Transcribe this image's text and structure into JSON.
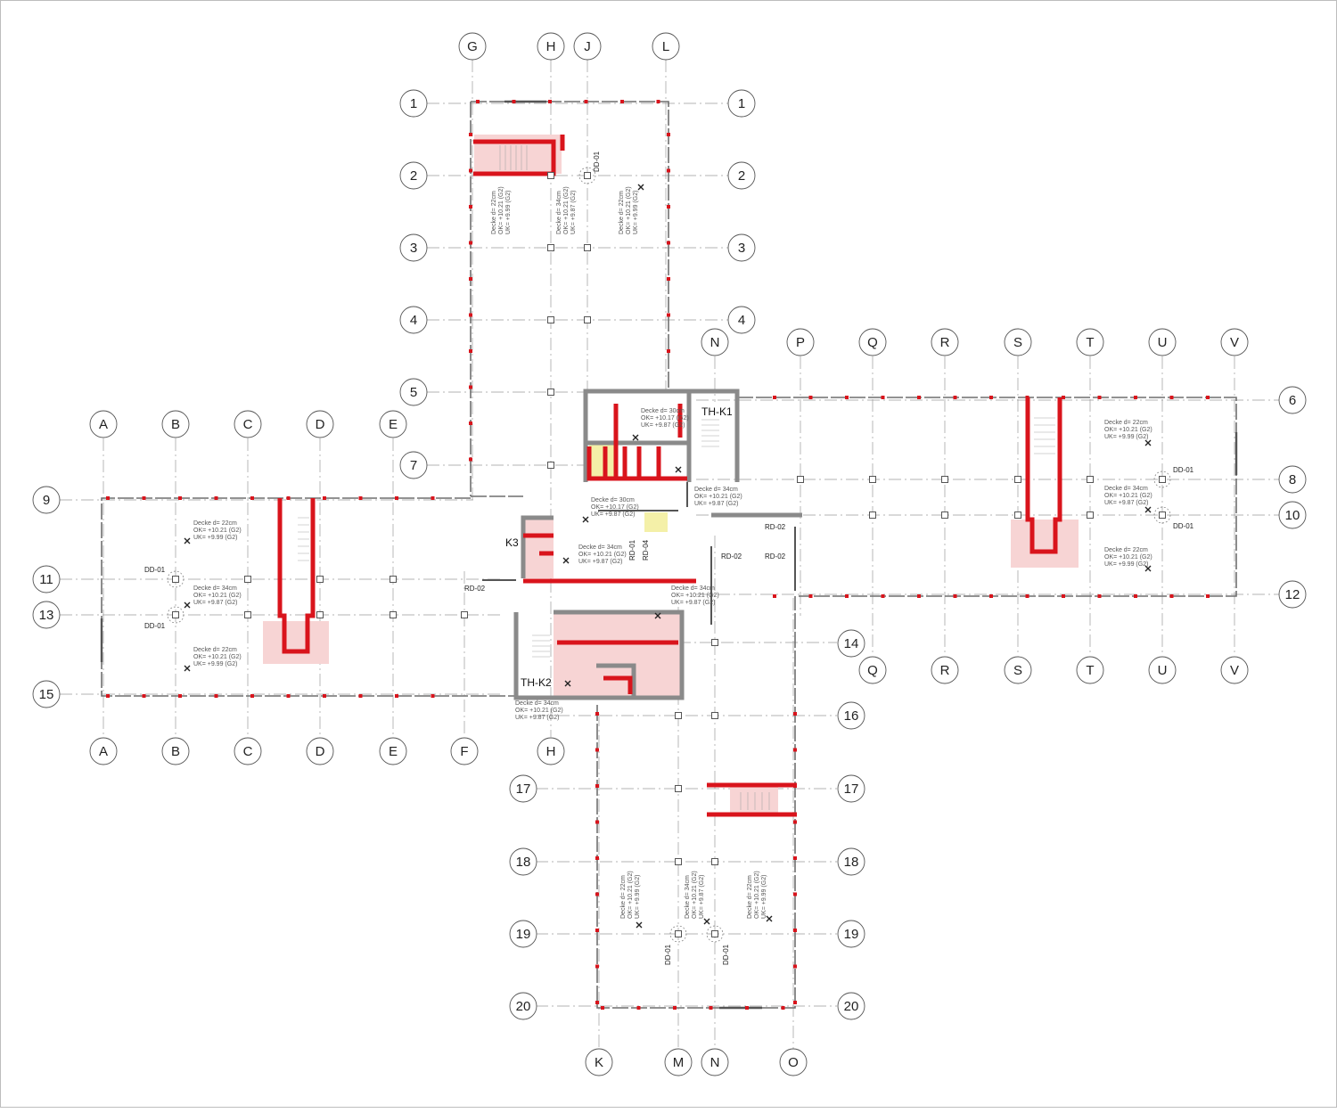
{
  "plan": {
    "background": "#ffffff",
    "colors": {
      "wall": "#d9141c",
      "fill": "#f7d4d4",
      "line": "#777777",
      "grid": "#999999",
      "hatch": "#8c8c8c",
      "highlight": "#f4f0a8"
    }
  },
  "grid_axes": {
    "columns_top_north": [
      "G",
      "H",
      "J",
      "L"
    ],
    "columns_top_east": [
      "N",
      "P",
      "Q",
      "R",
      "S",
      "T",
      "U",
      "V"
    ],
    "columns_west_top": [
      "A",
      "B",
      "C",
      "D",
      "E"
    ],
    "columns_west_bottom": [
      "A",
      "B",
      "C",
      "D",
      "E",
      "F",
      "H"
    ],
    "columns_east_bottom": [
      "Q",
      "R",
      "S",
      "T",
      "U",
      "V"
    ],
    "columns_south_bottom": [
      "K",
      "M",
      "N",
      "O"
    ],
    "rows": [
      "1",
      "2",
      "3",
      "4",
      "5",
      "6",
      "7",
      "8",
      "9",
      "10",
      "11",
      "12",
      "13",
      "14",
      "15",
      "16",
      "17",
      "18",
      "19",
      "20"
    ]
  },
  "labels": {
    "cores": [
      "TH-K1",
      "TH-K2",
      "K3"
    ],
    "doors": {
      "rd02": "RD-02",
      "rd01": "RD-01",
      "rd04": "RD-04"
    },
    "dd": "DD-01"
  },
  "slabs": {
    "s22": {
      "d": "Decke d= 22cm",
      "ok": "OK= +10.21 (G2)",
      "uk": "UK= +9.99 (G2)"
    },
    "s34": {
      "d": "Decke d= 34cm",
      "ok": "OK= +10.21 (G2)",
      "uk": "UK= +9.87 (G2)"
    },
    "s30": {
      "d": "Decke d= 30cm",
      "ok": "OK= +10.17 (G2)",
      "uk": "UK= +9.87 (G2)"
    }
  }
}
